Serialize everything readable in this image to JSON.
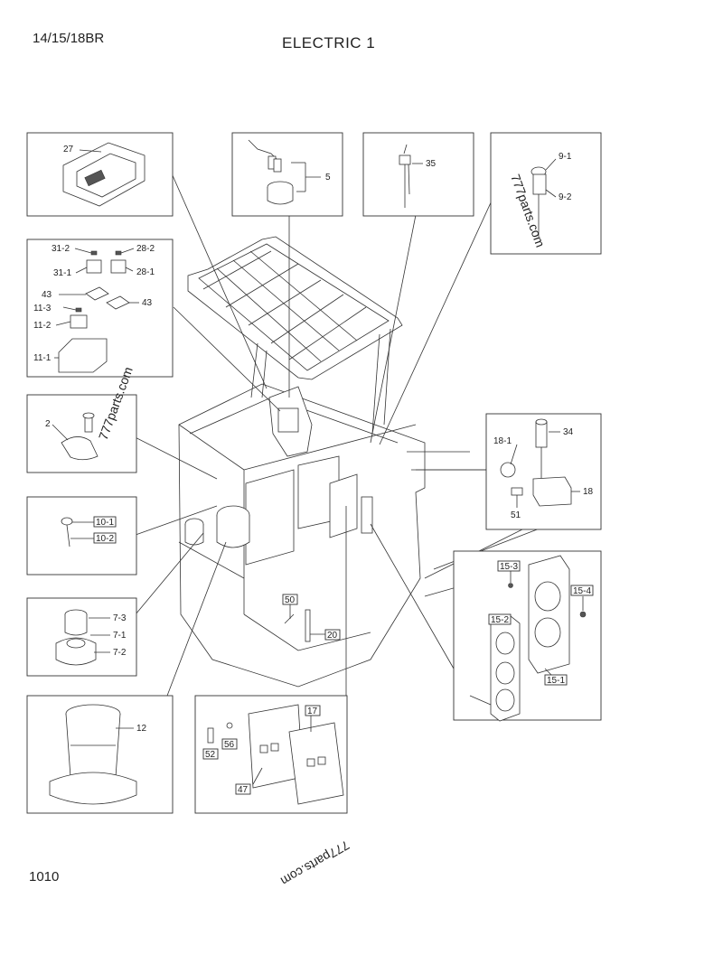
{
  "header": {
    "model": "14/15/18BR",
    "title": "ELECTRIC 1"
  },
  "footer": {
    "page_number": "1010"
  },
  "watermark": "777parts.com",
  "callouts": {
    "c27": "27",
    "c5": "5",
    "c35": "35",
    "c9_1": "9-1",
    "c9_2": "9-2",
    "c31_2": "31-2",
    "c28_2": "28-2",
    "c31_1": "31-1",
    "c28_1": "28-1",
    "c43a": "43",
    "c43b": "43",
    "c11_3": "11-3",
    "c11_2": "11-2",
    "c11_1": "11-1",
    "c2": "2",
    "c34": "34",
    "c18_1": "18-1",
    "c18": "18",
    "c51": "51",
    "c10_1": "10-1",
    "c10_2": "10-2",
    "c15_3": "15-3",
    "c15_4": "15-4",
    "c15_2": "15-2",
    "c15_1": "15-1",
    "c7_3": "7-3",
    "c7_1": "7-1",
    "c7_2": "7-2",
    "c50": "50",
    "c20": "20",
    "c12": "12",
    "c17": "17",
    "c52": "52",
    "c56": "56",
    "c47": "47"
  }
}
